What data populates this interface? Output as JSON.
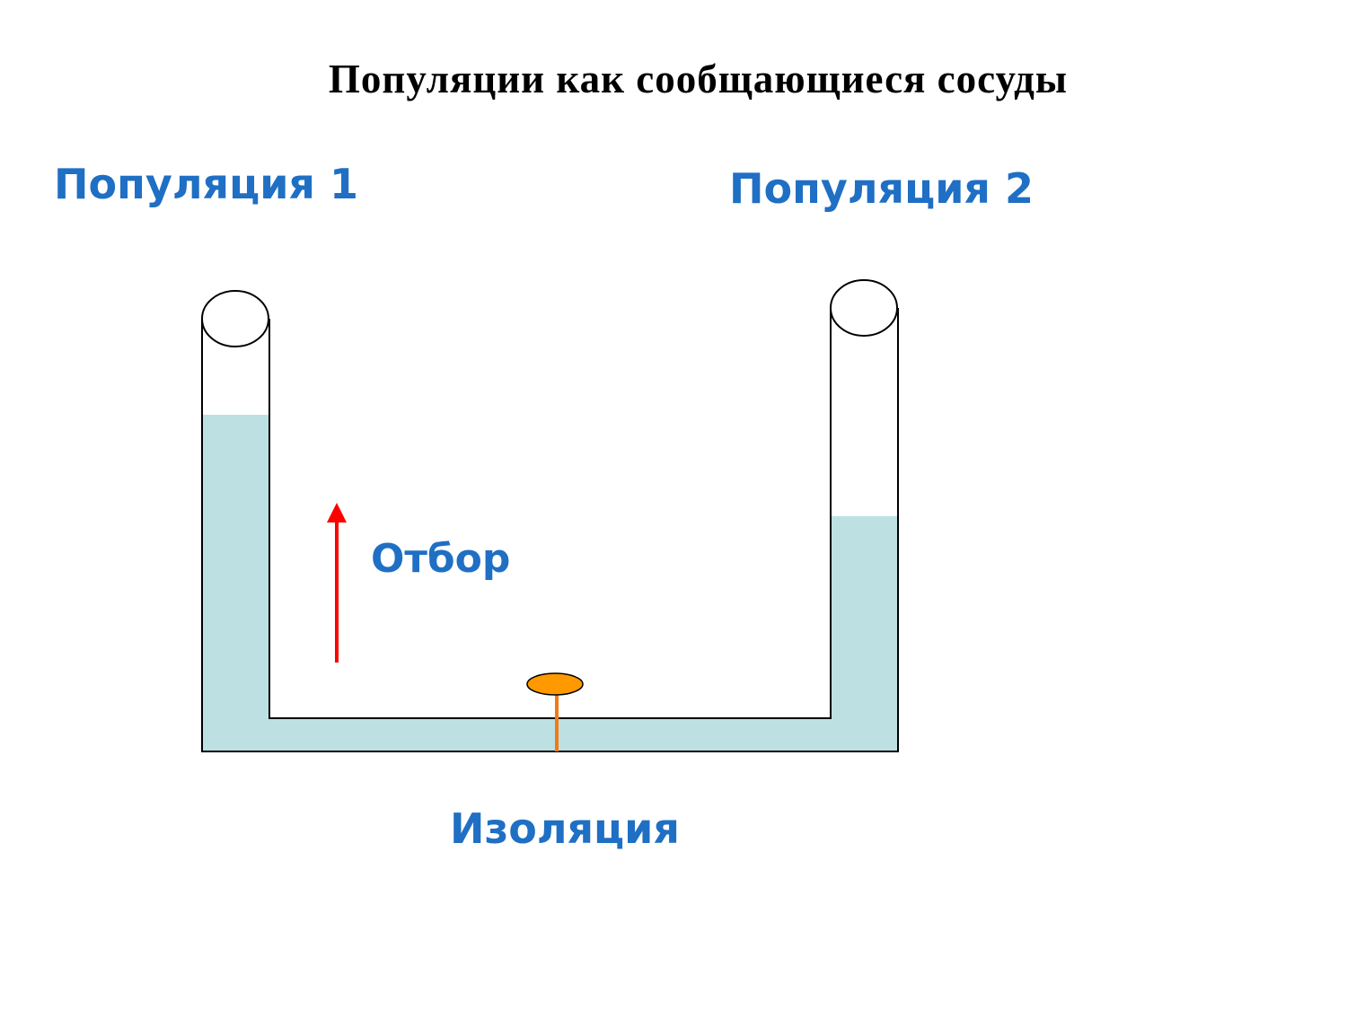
{
  "title": "Популяции как сообщающиеся сосуды",
  "labels": {
    "population_1": "Популяция 1",
    "population_2": "Популяция 2",
    "selection": "Отбор",
    "isolation": "Изоляция"
  },
  "colors": {
    "liquid": "#bde0e3",
    "label_text": "#1f6fc4",
    "selection_arrow": "#ff0000",
    "valve_cap": "#ff9900",
    "valve_stem": "#f07a1a",
    "outline": "#000000"
  }
}
